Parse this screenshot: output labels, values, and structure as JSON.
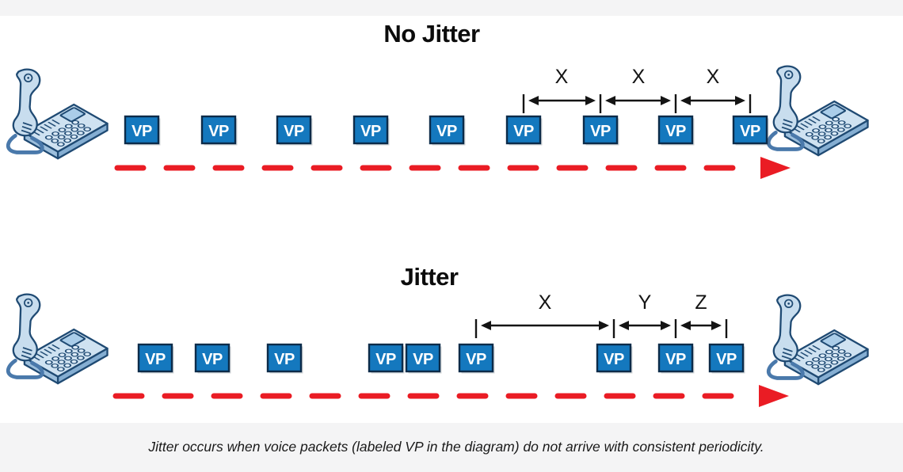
{
  "diagram": {
    "top_section": {
      "title": "No Jitter",
      "packet_label": "VP",
      "packet_count": 9,
      "interval_labels": [
        "X",
        "X",
        "X"
      ]
    },
    "bottom_section": {
      "title": "Jitter",
      "packet_label": "VP",
      "packet_count": 9,
      "interval_labels": [
        "X",
        "Y",
        "Z"
      ]
    },
    "caption": "Jitter occurs when voice packets (labeled VP in the diagram) do not arrive with consistent periodicity.",
    "icons": {
      "left_endpoint": "desk-telephone-icon",
      "right_endpoint": "desk-telephone-icon",
      "flow": "red-dashed-arrow"
    },
    "colors": {
      "packet_fill": "#1478BE",
      "packet_border": "#0C2B49",
      "flow_arrow": "#EA1C24",
      "measure_lines": "#141414",
      "band_gray": "#F4F4F5"
    }
  }
}
